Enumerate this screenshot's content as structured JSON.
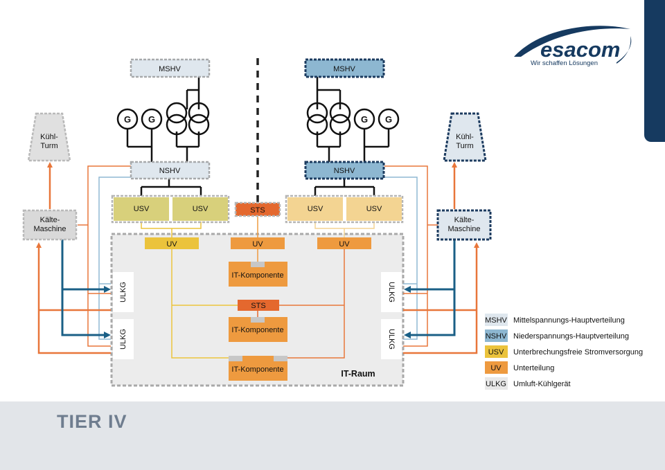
{
  "title": "TIER  IV",
  "logo": {
    "name": "esacom",
    "slogan": "Wir schaffen Lösungen"
  },
  "colors": {
    "mshv": "#dfe7ee",
    "nshv": "#8db7d1",
    "usv": "#d8d07b",
    "usv_right": "#f3d492",
    "uv_yellow": "#ebc33c",
    "uv": "#ee9a3f",
    "sts": "#e4682e",
    "itk": "#ee9a3f",
    "grey_box": "#d9d9d9",
    "blue_line": "#1a5f86",
    "orange_line": "#e8763a",
    "light_blue_line": "#8fb8d3",
    "dark": "#1c3b5f"
  },
  "diagram": {
    "left_mshv": "MSHV",
    "right_mshv": "MSHV",
    "left_nshv": "NSHV",
    "right_nshv": "NSHV",
    "generator": "G",
    "cooling_tower": [
      "Kühl-",
      "Turm"
    ],
    "chiller": [
      "Kälte-",
      "Maschine"
    ],
    "usv": "USV",
    "sts": "STS",
    "uv": "UV",
    "it_component": "IT-Komponente",
    "ulkg": "ULKG",
    "it_room": "IT-Raum"
  },
  "legend": [
    {
      "code": "MSHV",
      "label": "Mittelspannungs-Hauptverteilung",
      "color": "#dfe7ee"
    },
    {
      "code": "NSHV",
      "label": "Niederspannungs-Hauptverteilung",
      "color": "#8db7d1"
    },
    {
      "code": "USV",
      "label": "Unterbrechungsfreie Stromversorgung",
      "color": "#ebc33c"
    },
    {
      "code": "UV",
      "label": "Unterteilung",
      "color": "#ee9a3f"
    },
    {
      "code": "ULKG",
      "label": "Umluft-Kühlgerät",
      "color": "#e9e9e9"
    }
  ]
}
